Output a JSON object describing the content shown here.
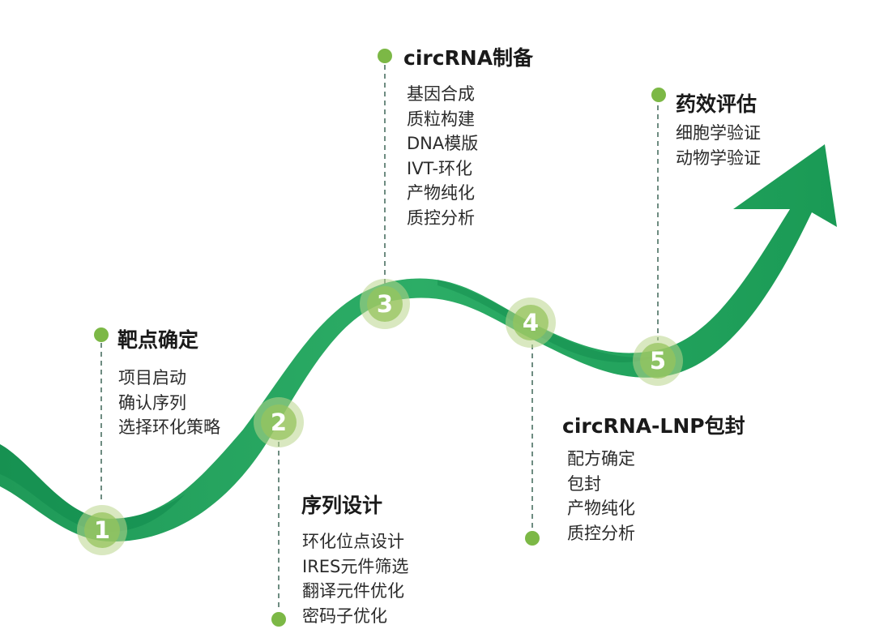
{
  "colors": {
    "ribbon_light": "#2bab64",
    "ribbon_dark": "#118a4c",
    "dot": "#7cb846",
    "dash": "#4a6f62",
    "node_outer": "#c9dea6",
    "node_inner": "#96c45e"
  },
  "stages": [
    {
      "number": "1",
      "title": "靶点确定",
      "items": [
        "项目启动",
        "确认序列",
        "选择环化策略"
      ]
    },
    {
      "number": "2",
      "title": "序列设计",
      "items": [
        "环化位点设计",
        "IRES元件筛选",
        "翻译元件优化",
        "密码子优化"
      ]
    },
    {
      "number": "3",
      "title": "circRNA制备",
      "items": [
        "基因合成",
        "质粒构建",
        "DNA模版",
        "IVT-环化",
        "产物纯化",
        "质控分析"
      ]
    },
    {
      "number": "4",
      "title": "circRNA-LNP包封",
      "items": [
        "配方确定",
        "包封",
        "产物纯化",
        "质控分析"
      ]
    },
    {
      "number": "5",
      "title": "药效评估",
      "items": [
        "细胞学验证",
        "动物学验证"
      ]
    }
  ]
}
